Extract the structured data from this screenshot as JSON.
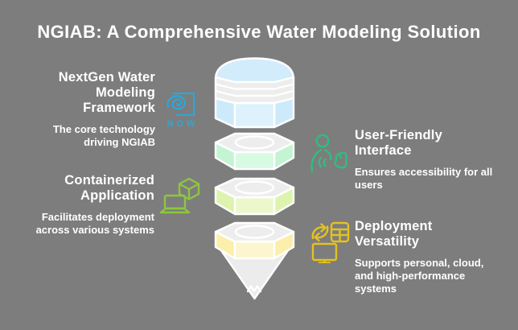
{
  "title": "NGIAB: A Comprehensive Water Modeling Solution",
  "colors": {
    "background": "#7d7d7d",
    "text": "#ffffff",
    "outline_stroke": "#ffffff"
  },
  "sections": {
    "nextgen": {
      "heading": "NextGen Water\nModeling\nFramework",
      "body": "The core technology\ndriving NGIAB",
      "icon": "now-logo-icon",
      "icon_label": "NOW",
      "icon_color": "#29a8db"
    },
    "user_friendly": {
      "heading": "User-Friendly\nInterface",
      "body": "Ensures accessibility for all\nusers",
      "icon": "user-interaction-icon",
      "icon_color": "#2fbd80"
    },
    "containerized": {
      "heading": "Containerized\nApplication",
      "body": "Facilitates deployment\nacross various systems",
      "icon": "laptop-container-icon",
      "icon_color": "#8dc63f"
    },
    "deployment": {
      "heading": "Deployment\nVersatility",
      "body": "Supports personal, cloud,\nand high-performance\nsystems",
      "icon": "deployment-systems-icon",
      "icon_color": "#e3c21f"
    }
  },
  "funnel": {
    "top_face": "#ededed",
    "layers": {
      "blue": {
        "dome": "#d3ecfb",
        "side": "#cdeafa",
        "front": "#ddf2fc",
        "band": "#ededed"
      },
      "green": {
        "side": "#c3f4d3",
        "front": "#d7fae3"
      },
      "lime": {
        "side": "#def3ae",
        "front": "#ecf8cc"
      },
      "yellow": {
        "side": "#fceeab",
        "front": "#fdf5cd"
      },
      "cone": {
        "fill": "#ececec"
      }
    }
  }
}
